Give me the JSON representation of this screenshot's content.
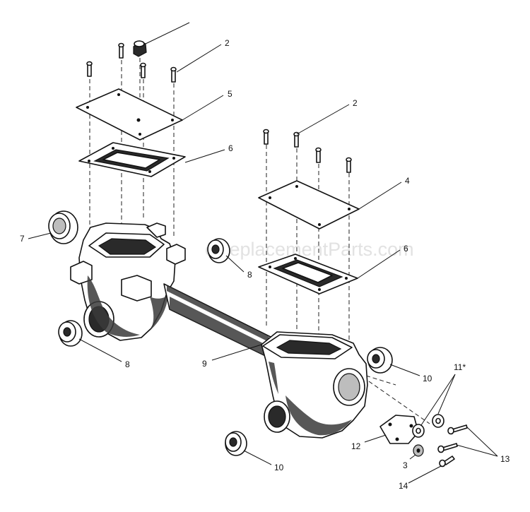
{
  "watermark": "eReplacementParts.com",
  "callouts": {
    "c2a": "2",
    "c5": "5",
    "c6a": "6",
    "c2b": "2",
    "c4": "4",
    "c6b": "6",
    "c7": "7",
    "c8a": "8",
    "c8b": "8",
    "c9": "9",
    "c10a": "10",
    "c10b": "10",
    "c11": "11*",
    "c12": "12",
    "c3": "3",
    "c13": "13",
    "c14": "14"
  }
}
